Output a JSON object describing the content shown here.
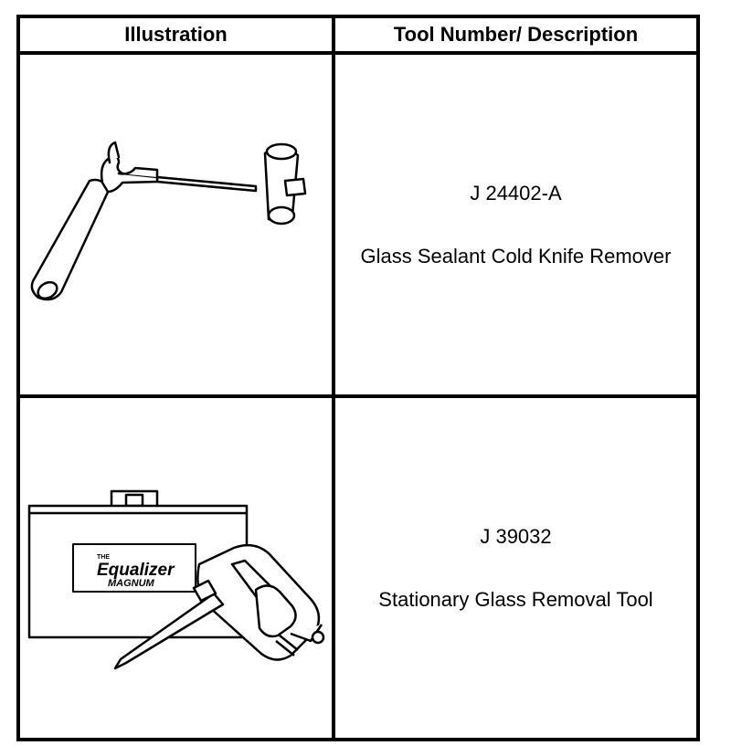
{
  "table": {
    "headers": {
      "illustration": "Illustration",
      "description": "Tool Number/ Description"
    },
    "rows": [
      {
        "tool_number": "J 24402-A",
        "description": "Glass Sealant Cold Knife Remover",
        "illustration_icon": "cold-knife-remover-drawing"
      },
      {
        "tool_number": "J 39032",
        "description": "Stationary Glass Removal Tool",
        "illustration_icon": "glass-removal-tool-drawing",
        "illustration_labels": {
          "the": "THE",
          "brand": "Equalizer",
          "model": "MAGNUM"
        }
      }
    ]
  }
}
